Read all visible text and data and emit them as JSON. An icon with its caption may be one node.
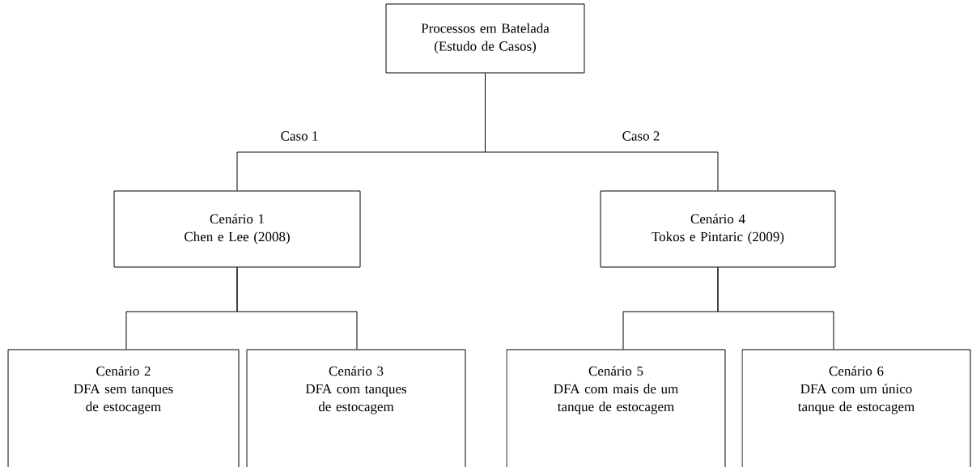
{
  "diagram": {
    "nodes": [
      {
        "text": [
          "Processos em Batelada",
          "(Estudo de Casos)"
        ]
      },
      {
        "text": [
          "Cenário 1",
          "Chen e Lee (2008)"
        ]
      },
      {
        "text": [
          "Cenário 4",
          "Tokos e Pintaric (2009)"
        ]
      },
      {
        "text": [
          "Cenário 2",
          "DFA sem tanques de estocagem"
        ]
      },
      {
        "text": [
          "Cenário 3",
          "DFA com tanques de estocagem"
        ]
      },
      {
        "text": [
          "Cenário 5",
          "DFA com mais de um tanque de estocagem"
        ]
      },
      {
        "text": [
          "Cenário 6",
          "DFA com um único tanque de estocagem"
        ]
      }
    ],
    "edges": [
      {
        "from": 0,
        "to": 1,
        "arrow": "none",
        "label": "Caso 1"
      },
      {
        "from": 0,
        "to": 2,
        "arrow": "none",
        "label": "Caso 2"
      },
      {
        "from": 1,
        "to": 3,
        "arrow": "none"
      },
      {
        "from": 1,
        "to": 4,
        "arrow": "none"
      },
      {
        "from": 2,
        "to": 5,
        "arrow": "none"
      },
      {
        "from": 2,
        "to": 6,
        "arrow": "none"
      }
    ]
  }
}
